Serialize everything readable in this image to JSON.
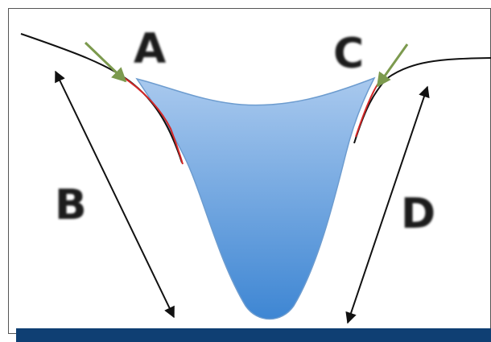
{
  "labels": {
    "a": "A",
    "b": "B",
    "c": "C",
    "d": "D"
  },
  "colors": {
    "liquid_fill_top": "#a9c9ee",
    "liquid_fill_bottom": "#3e86d3",
    "liquid_edge": "#6d9ccf",
    "contact_line": "#d42828",
    "surface_line": "#111111",
    "arrow_green": "#7c9a4e",
    "bottom_bar": "#0f3f73",
    "border": "#555555"
  }
}
